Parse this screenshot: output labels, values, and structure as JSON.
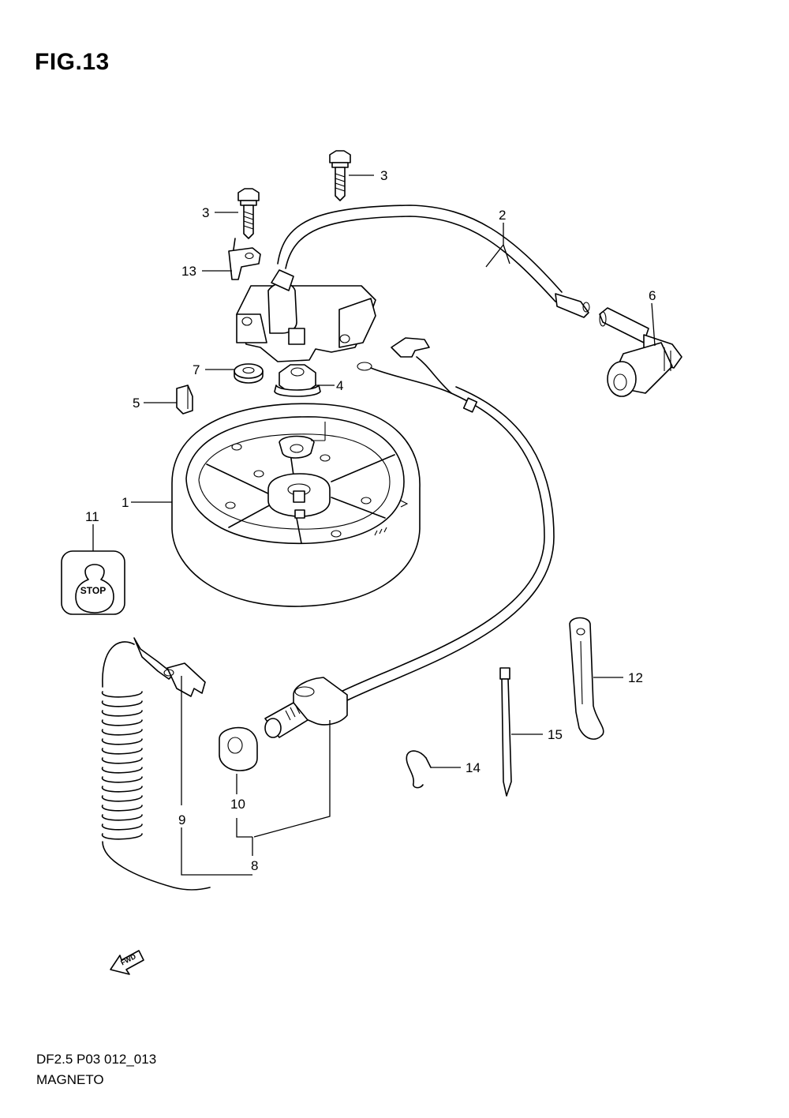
{
  "figure": {
    "title": "FIG.13",
    "code": "DF2.5 P03 012_013",
    "name": "MAGNETO"
  },
  "callouts": [
    "1",
    "2",
    "3",
    "3",
    "4",
    "5",
    "6",
    "7",
    "8",
    "9",
    "10",
    "11",
    "12",
    "13",
    "14",
    "15"
  ],
  "labels": {
    "stop_switch": "STOP",
    "direction": "FWD"
  }
}
